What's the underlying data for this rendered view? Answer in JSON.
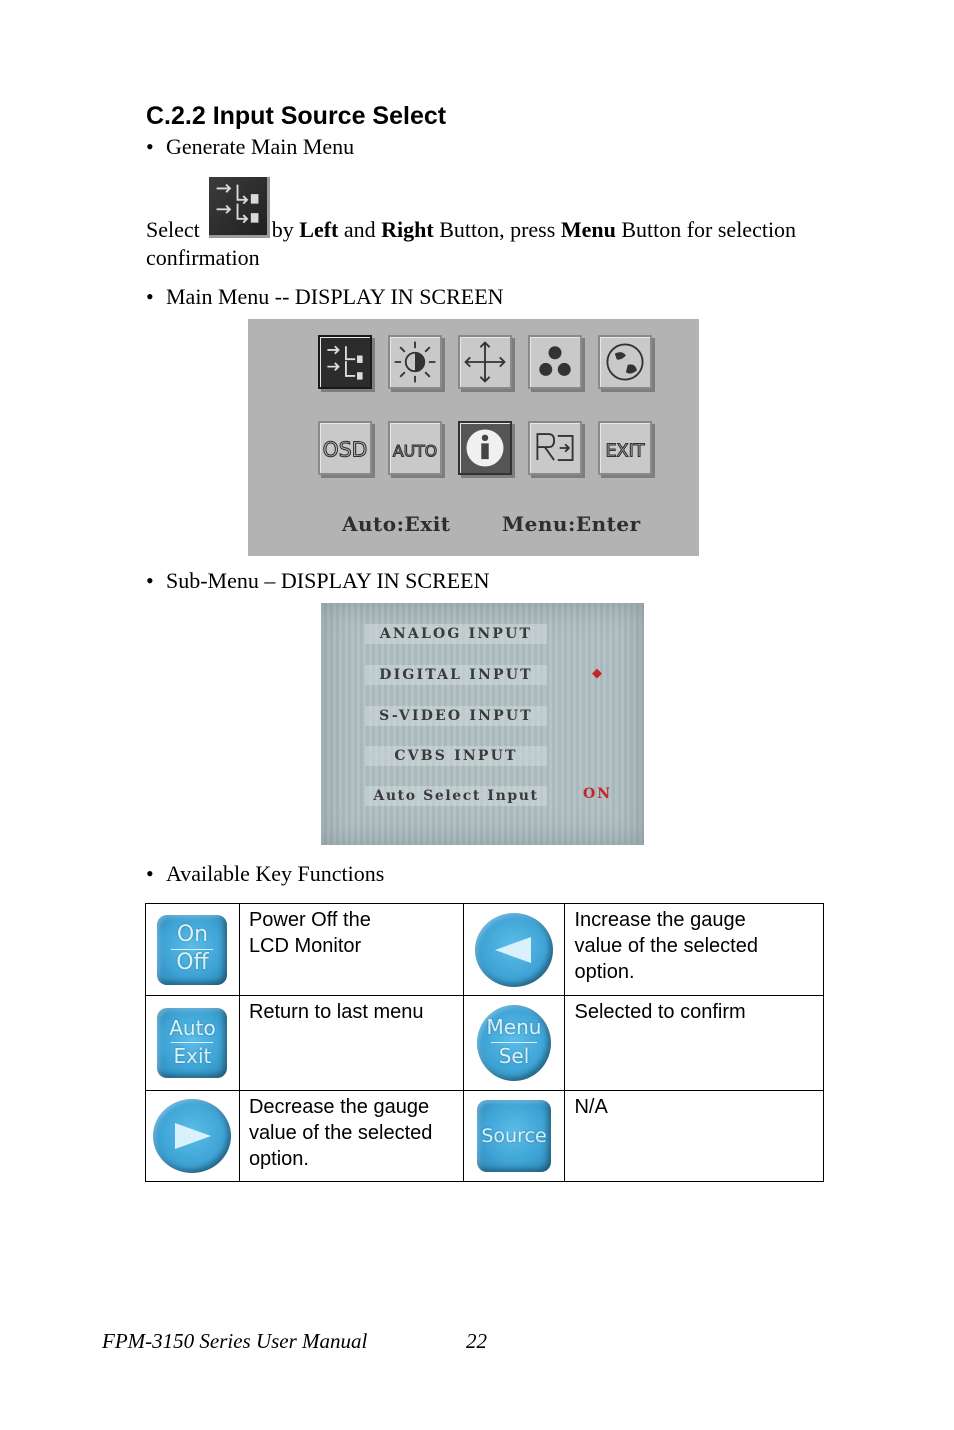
{
  "heading": "C.2.2 Input Source Select",
  "bullets": {
    "generate": "Generate Main Menu",
    "main_menu": "Main Menu -- DISPLAY IN SCREEN",
    "sub_menu": "Sub-Menu – DISPLAY IN SCREEN",
    "key_functions": "Available Key Functions"
  },
  "select_para": {
    "select": "Select",
    "by": "by",
    "left": "Left",
    "and": "and",
    "right": "Right",
    "button_press": "Button, press",
    "menu": "Menu",
    "rest": "Button for selection",
    "line2": "confirmation"
  },
  "main_menu_screen": {
    "icons_row1": [
      "input-source-icon",
      "brightness-icon",
      "position-icon",
      "color-icon",
      "language-icon"
    ],
    "icons_row2": [
      "OSD",
      "AUTO",
      "info-icon",
      "recall-icon",
      "EXIT"
    ],
    "left_hint": "Auto:Exit",
    "right_hint": "Menu:Enter"
  },
  "sub_menu_screen": {
    "items": [
      "ANALOG INPUT",
      "DIGITAL INPUT",
      "S-VIDEO INPUT",
      "CVBS INPUT",
      "Auto Select Input"
    ],
    "selected_mark": "◆",
    "auto_value": "ON"
  },
  "key_table": {
    "rows": [
      {
        "left_key": [
          "On",
          "Off"
        ],
        "left_desc": [
          "Power Off the",
          "LCD Monitor"
        ],
        "right_key": "left-arrow",
        "right_desc": [
          "Increase the gauge",
          "value of the selected",
          "option."
        ]
      },
      {
        "left_key": [
          "Auto",
          "Exit"
        ],
        "left_desc": [
          "Return to last menu"
        ],
        "right_key": [
          "Menu",
          "Sel"
        ],
        "right_desc": [
          "Selected to confirm"
        ]
      },
      {
        "left_key": "right-arrow",
        "left_desc": [
          "Decrease the gauge",
          "value of the selected",
          "option."
        ],
        "right_key": [
          "Source"
        ],
        "right_desc": [
          "N/A"
        ]
      }
    ]
  },
  "footer": {
    "manual": "FPM-3150 Series User Manual",
    "page": "22"
  },
  "colors": {
    "key_blue": "#3fa4d6",
    "osd_gray": "#b3b3b3",
    "mark_red": "#c0262d"
  }
}
